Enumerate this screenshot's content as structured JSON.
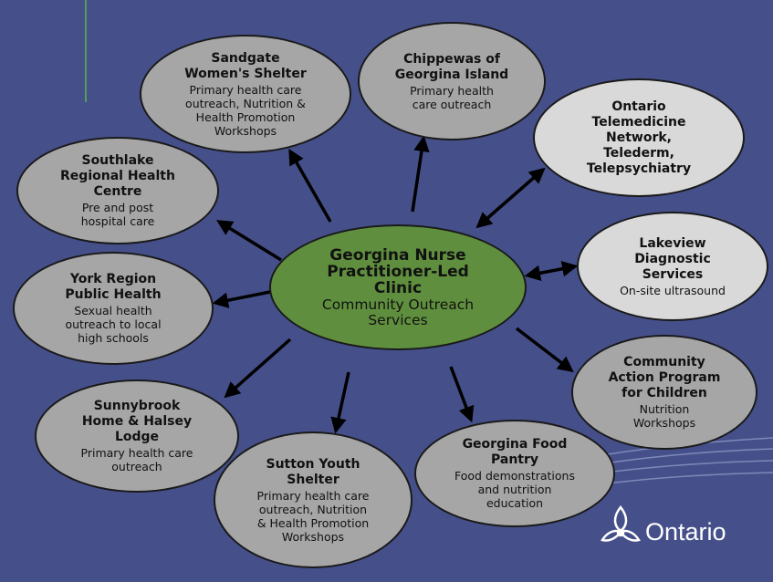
{
  "center": {
    "title": "Georgina Nurse\nPractitioner-Led\nClinic",
    "subtitle": "Community Outreach\nServices"
  },
  "nodes": {
    "sandgate": {
      "title": "Sandgate\nWomen's Shelter",
      "desc": "Primary health care\noutreach, Nutrition &\nHealth Promotion\nWorkshops"
    },
    "chippewas": {
      "title": "Chippewas of\nGeorgina Island",
      "desc": "Primary health\ncare outreach"
    },
    "telemedicine": {
      "title": "Ontario\nTelemedicine\nNetwork,\nTelederm,\nTelepsychiatry",
      "desc": ""
    },
    "southlake": {
      "title": "Southlake\nRegional Health\nCentre",
      "desc": "Pre and post\nhospital care"
    },
    "lakeview": {
      "title": "Lakeview\nDiagnostic\nServices",
      "desc": "On-site ultrasound"
    },
    "york": {
      "title": "York Region\nPublic Health",
      "desc": "Sexual health\noutreach to local\nhigh schools"
    },
    "capc": {
      "title": "Community\nAction Program\nfor Children",
      "desc": "Nutrition\nWorkshops"
    },
    "sunnybrook": {
      "title": "Sunnybrook\nHome  & Halsey\nLodge",
      "desc": "Primary health care\noutreach"
    },
    "sutton": {
      "title": "Sutton Youth\nShelter",
      "desc": "Primary health care\noutreach, Nutrition\n& Health Promotion\nWorkshops"
    },
    "foodpantry": {
      "title": "Georgina Food\nPantry",
      "desc": "Food demonstrations\nand nutrition\neducation"
    }
  },
  "logo": {
    "text": "Ontario"
  },
  "colors": {
    "background": "#45508a",
    "center_fill": "#5f8f3e",
    "bubble_dark": "#a6a6a6",
    "bubble_light": "#d9d9d9"
  }
}
